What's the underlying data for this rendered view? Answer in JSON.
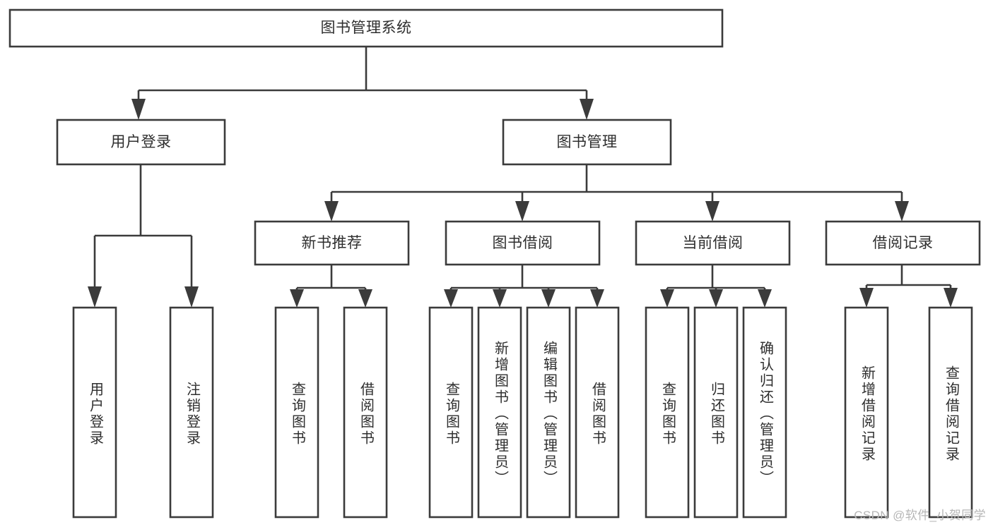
{
  "diagram": {
    "type": "tree",
    "title": "图书管理系统",
    "watermark": "CSDN @软件_小贺同学",
    "colors": {
      "box_fill": "#ffffff",
      "box_stroke": "#3b3b3b",
      "text": "#2e2e2e",
      "watermark": "#b6b6b6",
      "background": "#ffffff"
    },
    "nodes": {
      "root": {
        "label": "图书管理系统",
        "orientation": "horizontal",
        "level": 0
      },
      "l1_0": {
        "label": "用户登录",
        "orientation": "horizontal",
        "level": 1
      },
      "l1_1": {
        "label": "图书管理",
        "orientation": "horizontal",
        "level": 1
      },
      "l2_0": {
        "label": "新书推荐",
        "orientation": "horizontal",
        "level": 2
      },
      "l2_1": {
        "label": "图书借阅",
        "orientation": "horizontal",
        "level": 2
      },
      "l2_2": {
        "label": "当前借阅",
        "orientation": "horizontal",
        "level": 2
      },
      "l2_3": {
        "label": "借阅记录",
        "orientation": "horizontal",
        "level": 2
      },
      "leaf_0": {
        "label": "用户登录",
        "orientation": "vertical",
        "level": 3,
        "parent": "用户登录"
      },
      "leaf_1": {
        "label": "注销登录",
        "orientation": "vertical",
        "level": 3,
        "parent": "用户登录"
      },
      "leaf_2": {
        "label": "查询图书",
        "orientation": "vertical",
        "level": 3,
        "parent": "新书推荐"
      },
      "leaf_3": {
        "label": "借阅图书",
        "orientation": "vertical",
        "level": 3,
        "parent": "新书推荐"
      },
      "leaf_4": {
        "label": "查询图书",
        "orientation": "vertical",
        "level": 3,
        "parent": "图书借阅"
      },
      "leaf_5": {
        "label": "新增图书（管理员）",
        "orientation": "vertical",
        "level": 3,
        "parent": "图书借阅"
      },
      "leaf_6": {
        "label": "编辑图书（管理员）",
        "orientation": "vertical",
        "level": 3,
        "parent": "图书借阅"
      },
      "leaf_7": {
        "label": "借阅图书",
        "orientation": "vertical",
        "level": 3,
        "parent": "图书借阅"
      },
      "leaf_8": {
        "label": "查询图书",
        "orientation": "vertical",
        "level": 3,
        "parent": "当前借阅"
      },
      "leaf_9": {
        "label": "归还图书",
        "orientation": "vertical",
        "level": 3,
        "parent": "当前借阅"
      },
      "leaf_10": {
        "label": "确认归还（管理员）",
        "orientation": "vertical",
        "level": 3,
        "parent": "当前借阅"
      },
      "leaf_11": {
        "label": "新增借阅记录",
        "orientation": "vertical",
        "level": 3,
        "parent": "借阅记录"
      },
      "leaf_12": {
        "label": "查询借阅记录",
        "orientation": "vertical",
        "level": 3,
        "parent": "借阅记录"
      }
    },
    "edges": [
      {
        "from": "图书管理系统",
        "to": "用户登录"
      },
      {
        "from": "图书管理系统",
        "to": "图书管理"
      },
      {
        "from": "用户登录",
        "to": "用户登录"
      },
      {
        "from": "用户登录",
        "to": "注销登录"
      },
      {
        "from": "图书管理",
        "to": "新书推荐"
      },
      {
        "from": "图书管理",
        "to": "图书借阅"
      },
      {
        "from": "图书管理",
        "to": "当前借阅"
      },
      {
        "from": "图书管理",
        "to": "借阅记录"
      },
      {
        "from": "新书推荐",
        "to": "查询图书"
      },
      {
        "from": "新书推荐",
        "to": "借阅图书"
      },
      {
        "from": "图书借阅",
        "to": "查询图书"
      },
      {
        "from": "图书借阅",
        "to": "新增图书（管理员）"
      },
      {
        "from": "图书借阅",
        "to": "编辑图书（管理员）"
      },
      {
        "from": "图书借阅",
        "to": "借阅图书"
      },
      {
        "from": "当前借阅",
        "to": "查询图书"
      },
      {
        "from": "当前借阅",
        "to": "归还图书"
      },
      {
        "from": "当前借阅",
        "to": "确认归还（管理员）"
      },
      {
        "from": "借阅记录",
        "to": "新增借阅记录"
      },
      {
        "from": "借阅记录",
        "to": "查询借阅记录"
      }
    ]
  }
}
